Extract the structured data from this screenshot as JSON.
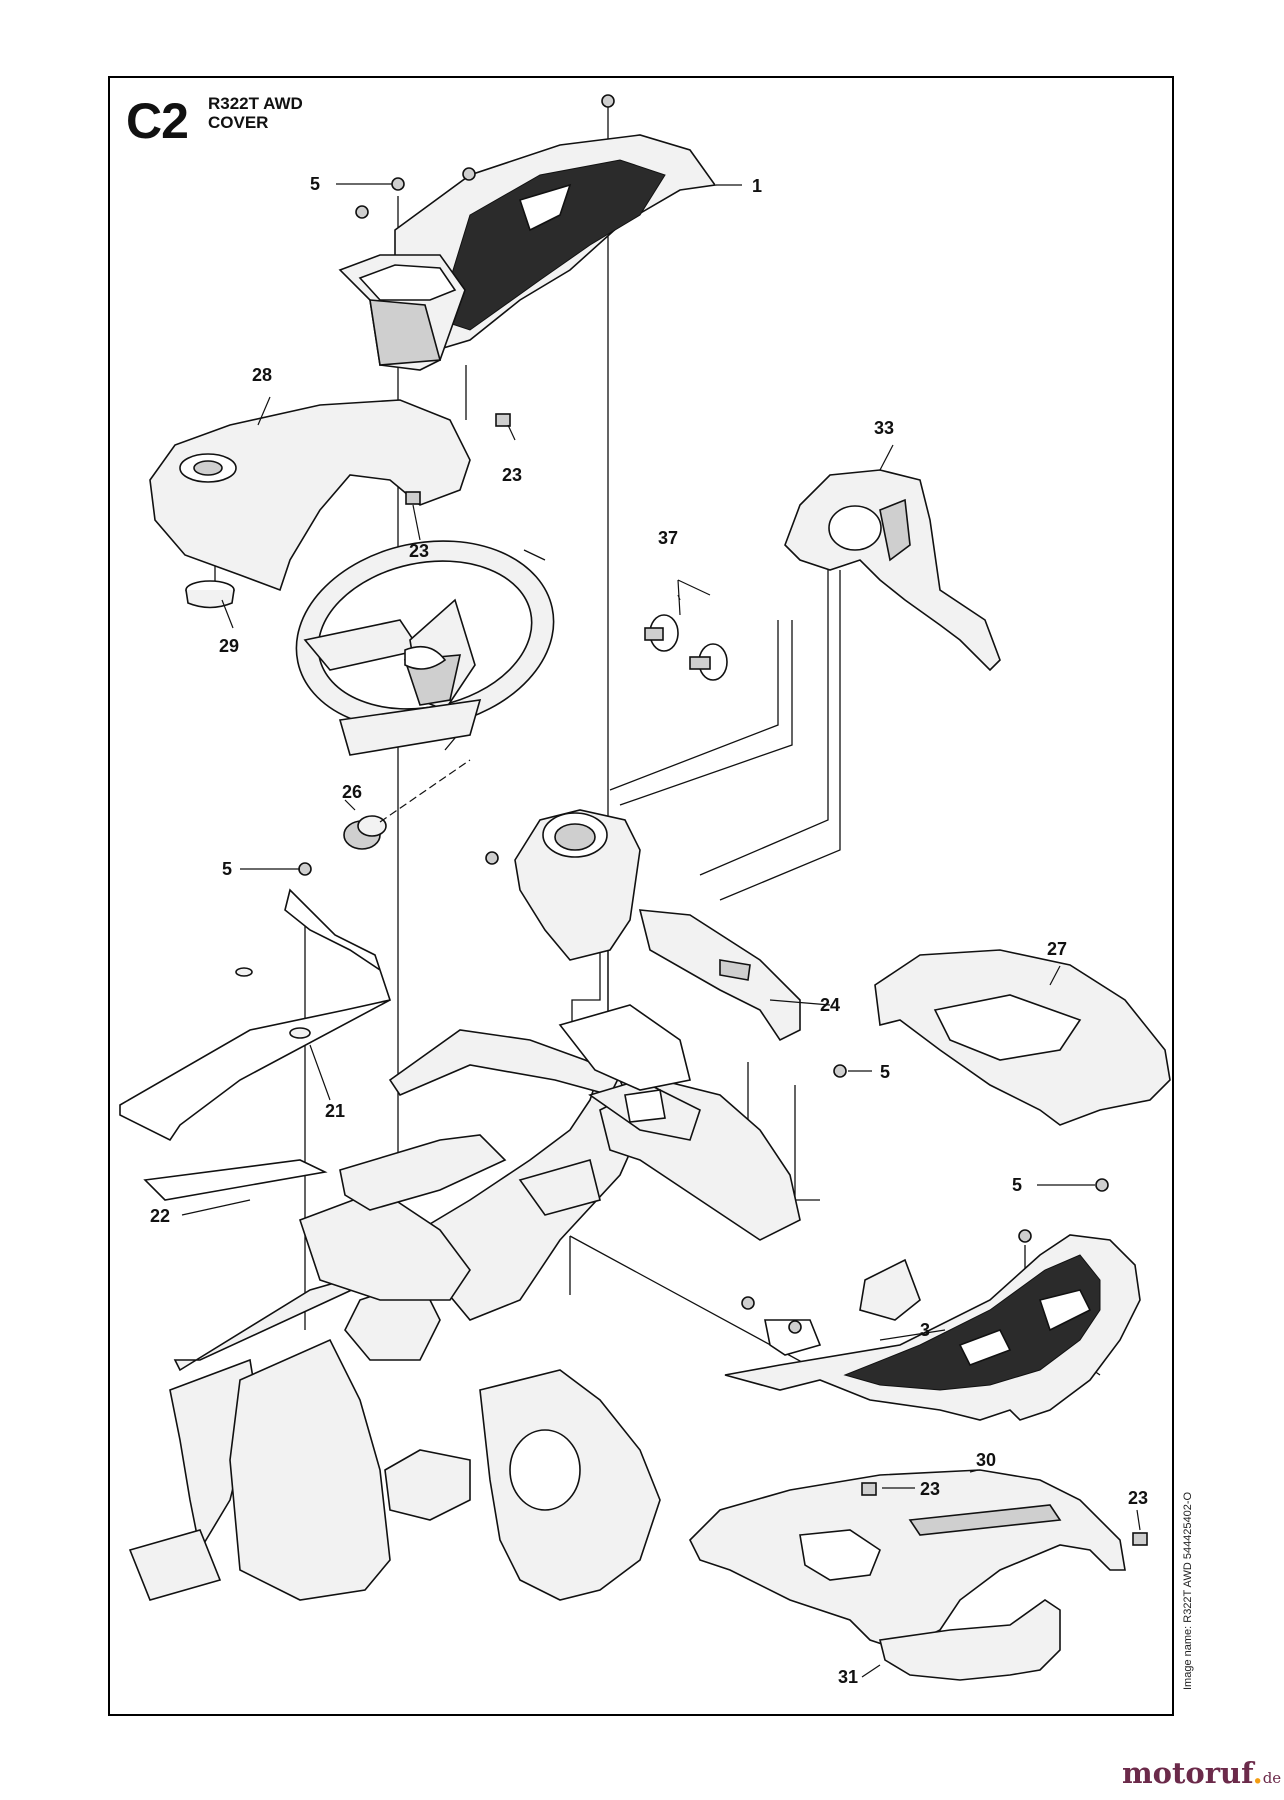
{
  "sheet": {
    "code": "C2",
    "model": "R322T AWD",
    "section": "COVER",
    "image_name": "Image name: R322T AWD 544425402-O"
  },
  "callouts": [
    "1",
    "5",
    "28",
    "23",
    "23",
    "33",
    "37",
    "29",
    "26",
    "5",
    "27",
    "24",
    "5",
    "21",
    "22",
    "5",
    "3",
    "30",
    "23",
    "23",
    "31"
  ],
  "brand": {
    "name": "motoruf",
    "suffix": "de"
  },
  "colors": {
    "line": "#111111",
    "brand": "#6b2a4a",
    "brand_dot": "#f39c12"
  }
}
